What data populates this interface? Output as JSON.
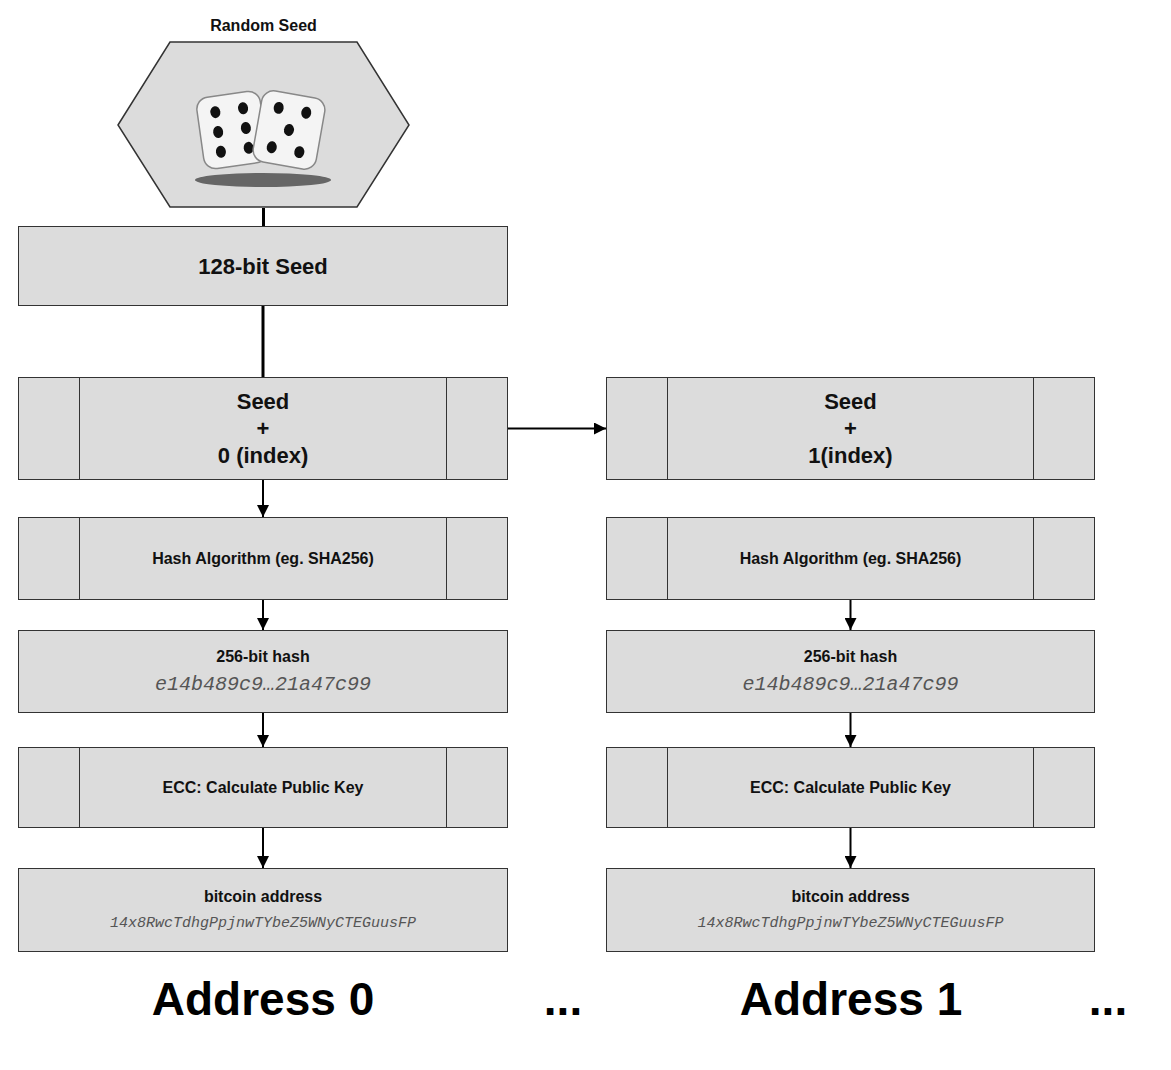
{
  "diagram": {
    "nodes": [
      {
        "text": [
          "Random Seed"
        ]
      },
      {
        "text": [
          "128-bit Seed"
        ]
      },
      {
        "text": [
          "Seed + 0 (index)"
        ]
      },
      {
        "text": [
          "Seed + 1(index)"
        ]
      },
      {
        "text": [
          "Hash Algorithm (eg. SHA256)"
        ]
      },
      {
        "text": [
          "Hash Algorithm (eg. SHA256)"
        ]
      },
      {
        "text": [
          "256-bit hash",
          "e14b489c9…21a47c99"
        ]
      },
      {
        "text": [
          "256-bit hash",
          "e14b489c9…21a47c99"
        ]
      },
      {
        "text": [
          "ECC: Calculate Public Key"
        ]
      },
      {
        "text": [
          "ECC: Calculate Public Key"
        ]
      },
      {
        "text": [
          "bitcoin address",
          "14x8RwcTdhgPpjnwTYbeZ5WNyCTEGuusFP"
        ]
      },
      {
        "text": [
          "bitcoin address",
          "14x8RwcTdhgPpjnwTYbeZ5WNyCTEGuusFP"
        ]
      }
    ],
    "edges": [
      {
        "from": 0,
        "to": 1,
        "arrow": "none"
      },
      {
        "from": 1,
        "to": 2,
        "arrow": "none"
      },
      {
        "from": 2,
        "to": 3,
        "arrow": "to"
      },
      {
        "from": 2,
        "to": 4,
        "arrow": "to"
      },
      {
        "from": 4,
        "to": 6,
        "arrow": "to"
      },
      {
        "from": 6,
        "to": 8,
        "arrow": "to"
      },
      {
        "from": 8,
        "to": 10,
        "arrow": "to"
      },
      {
        "from": 5,
        "to": 7,
        "arrow": "to"
      },
      {
        "from": 7,
        "to": 9,
        "arrow": "to"
      },
      {
        "from": 9,
        "to": 11,
        "arrow": "to"
      }
    ],
    "labels": [
      "Address 0",
      "...",
      "Address 1",
      "..."
    ]
  }
}
